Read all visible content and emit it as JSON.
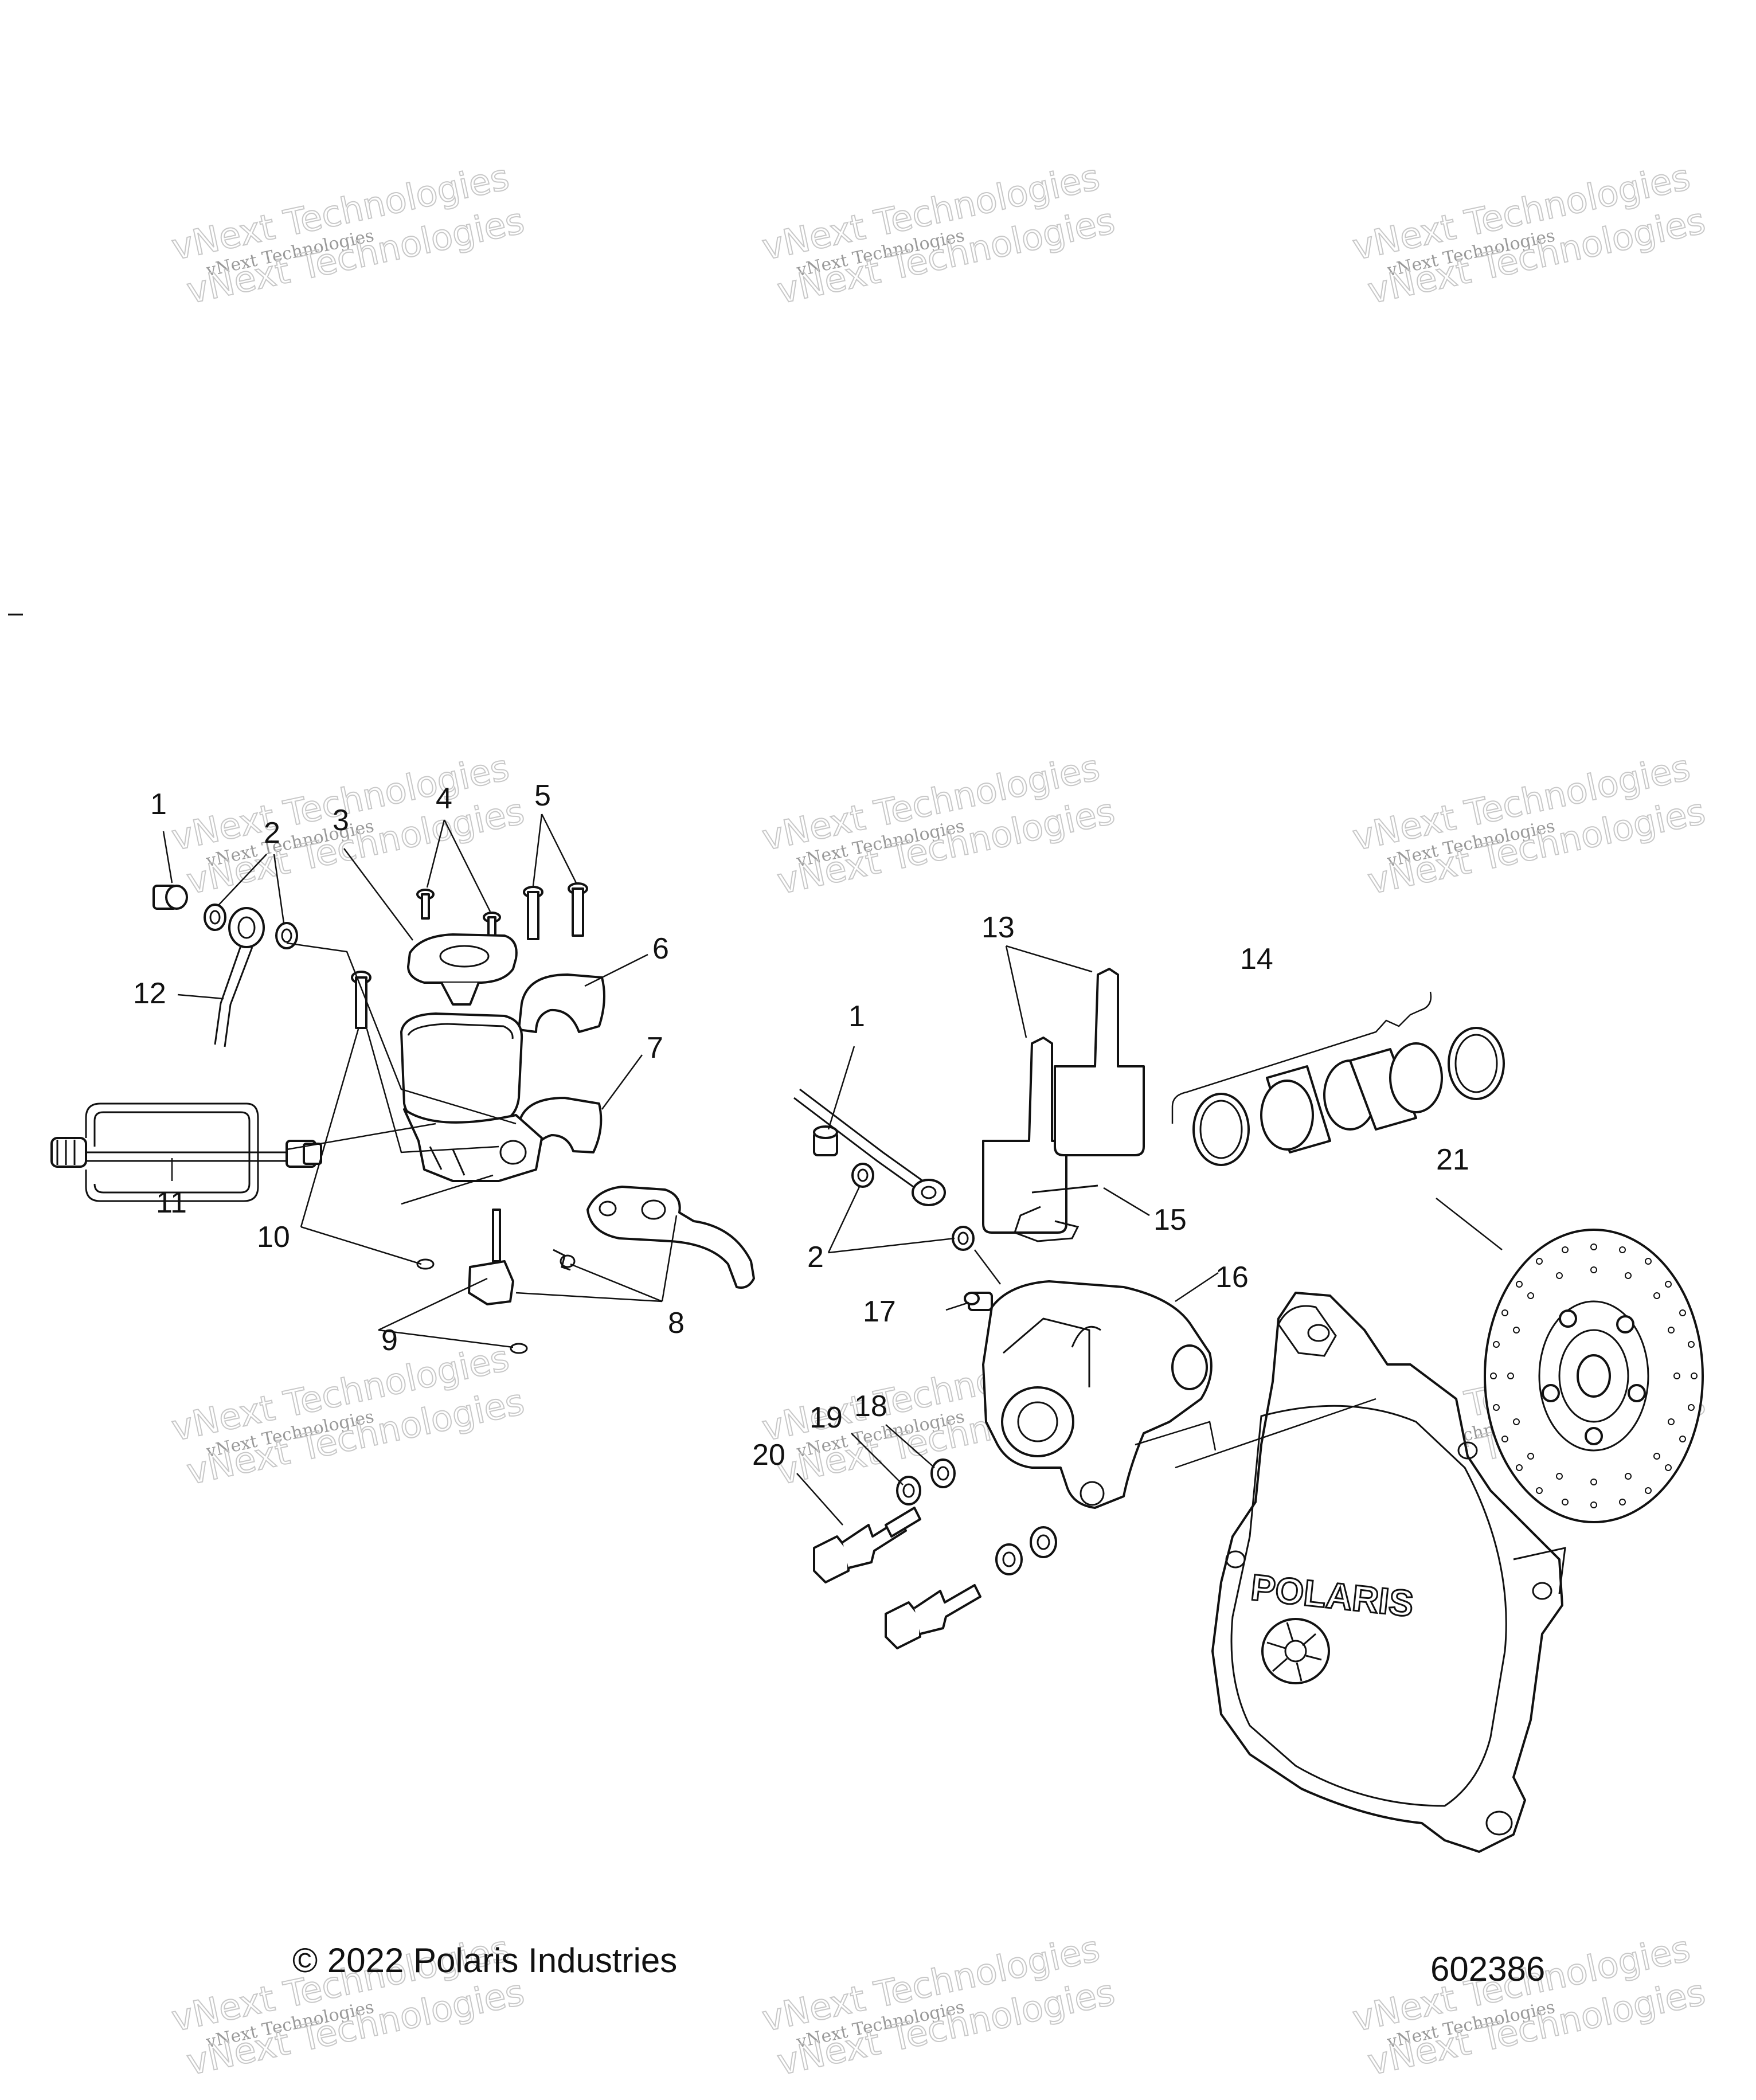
{
  "diagram": {
    "callouts": [
      "1",
      "2",
      "3",
      "4",
      "5",
      "6",
      "7",
      "8",
      "9",
      "10",
      "11",
      "12",
      "13",
      "14",
      "15",
      "16",
      "17",
      "18",
      "19",
      "20",
      "21",
      "1",
      "2"
    ],
    "brand_marking": "POLARIS",
    "copyright": "© 2022 Polaris Industries",
    "figure_number": "602386"
  },
  "watermark": {
    "line1": "vNext Technologies",
    "line2": "vNext Technologies"
  }
}
